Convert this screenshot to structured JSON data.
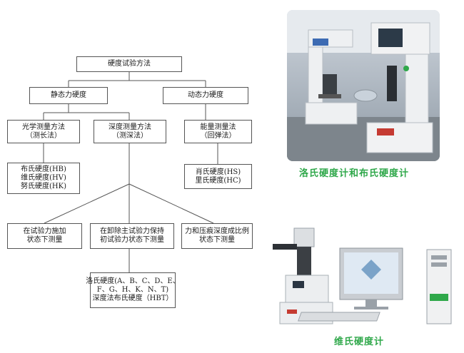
{
  "diagram": {
    "root": "硬度试验方法",
    "static": "静态力硬度",
    "dynamic": "动态力硬度",
    "optical": [
      "光学测量方法",
      "（测长法）"
    ],
    "depth": [
      "深度测量方法",
      "（测深法）"
    ],
    "energy": [
      "能量测量法",
      "（回弹法）"
    ],
    "optical_list": [
      "布氏硬度(HB)",
      "维氏硬度(HV)",
      "努氏硬度(HK)"
    ],
    "energy_list": [
      "肖氏硬度(HS)",
      "里氏硬度(HC)"
    ],
    "cond1": [
      "在试验力施加",
      "状态下测量"
    ],
    "cond2": [
      "在卸除主试验力保持",
      "初试验力状态下测量"
    ],
    "cond3": [
      "力和压痕深度成比例",
      "状态下测量"
    ],
    "rockwell": [
      "洛氏硬度(A、B、C、D、E、",
      "F、G、H、K、N、T)",
      "深度法布氏硬度（HBT）"
    ]
  },
  "photos": {
    "top_caption": "洛氏硬度计和布氏硬度计",
    "bottom_caption": "维氏硬度计"
  },
  "colors": {
    "caption": "#2fa84a",
    "line": "#555555"
  }
}
